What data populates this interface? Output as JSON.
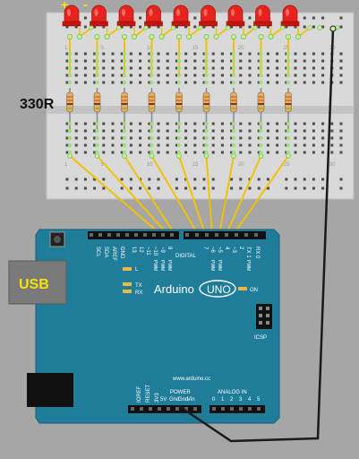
{
  "led": {
    "count": 9,
    "plus": "+",
    "minus": "-",
    "resistor_label": "330R",
    "color": "#e8231d"
  },
  "breadboard": {
    "col_numbers": [
      "1",
      "5",
      "10",
      "15",
      "20",
      "25",
      "30"
    ],
    "col_number_positions": [
      1,
      5,
      10,
      15,
      20,
      25,
      30
    ]
  },
  "arduino": {
    "usb_label": "USB",
    "brand": "Arduino",
    "model": "UNO",
    "on_label": "ON",
    "l_label": "L",
    "tx_label": "TX",
    "rx_label": "RX",
    "icsp_label": "ICSP",
    "digital_label": "DIGITAL",
    "power_label": "POWER",
    "analog_label": "ANALOG IN",
    "url": "www.arduino.cc",
    "top_pin_labels": [
      "SCL",
      "SDA",
      "AREF",
      "GND",
      "13",
      "12",
      "~11",
      "~10",
      "~9",
      "8",
      "7",
      "~6",
      "~5",
      "4",
      "~3",
      "2",
      "TX 1",
      "RX 0"
    ],
    "pwm_label": "PWM",
    "power_pins": [
      "IOREF",
      "RESET",
      "3V3",
      "5V",
      "Gnd",
      "Gnd",
      "Vin"
    ],
    "analog_pins": [
      "0",
      "1",
      "2",
      "3",
      "4",
      "5"
    ],
    "board_color": "#1f7d9a"
  },
  "wires": {
    "led_wire_color": "#f2c200",
    "ground_wire_color": "#1a1a1a"
  }
}
